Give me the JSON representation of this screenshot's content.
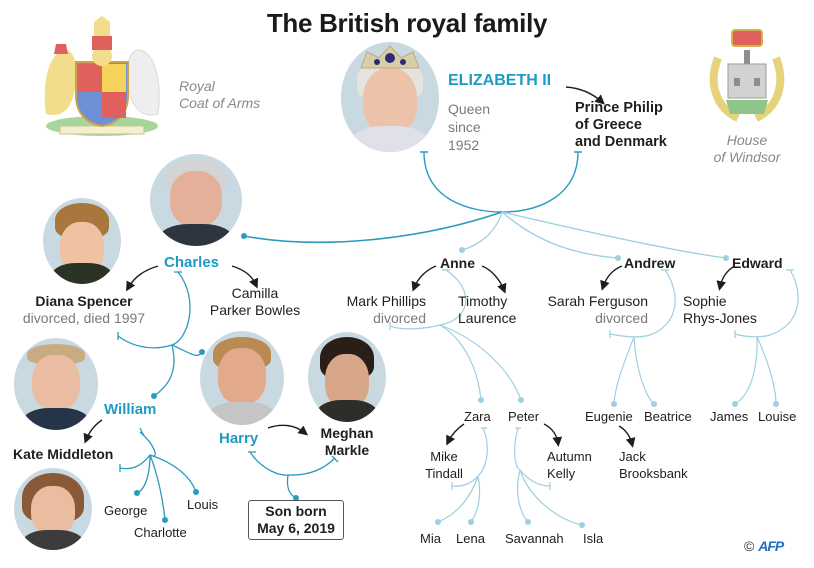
{
  "title": "The British royal family",
  "crests": {
    "left": {
      "icon": "royal-coat-of-arms-icon",
      "caption_line1": "Royal",
      "caption_line2": "Coat of Arms"
    },
    "right": {
      "icon": "house-of-windsor-badge-icon",
      "caption_line1": "House",
      "caption_line2": "of Windsor"
    }
  },
  "colors": {
    "royal_blue": "#1e9bc4",
    "line_dark": "#2a9bbf",
    "line_light": "#9fcfe0",
    "text": "#1e1e1e",
    "muted": "#7a7a7a"
  },
  "queen": {
    "name": "ELIZABETH II",
    "subtitle_line1": "Queen",
    "subtitle_line2": "since",
    "subtitle_line3": "1952",
    "spouse_line1": "Prince Philip",
    "spouse_line2": "of Greece",
    "spouse_line3": "and Denmark"
  },
  "charles": {
    "name": "Charles",
    "spouse1_name": "Diana Spencer",
    "spouse1_note": "divorced, died 1997",
    "spouse2_line1": "Camilla",
    "spouse2_line2": "Parker Bowles"
  },
  "william": {
    "name": "William",
    "spouse": "Kate Middleton",
    "children": [
      "George",
      "Charlotte",
      "Louis"
    ]
  },
  "harry": {
    "name": "Harry",
    "spouse_line1": "Meghan",
    "spouse_line2": "Markle",
    "child_box_line1": "Son born",
    "child_box_line2": "May 6, 2019"
  },
  "anne": {
    "name": "Anne",
    "spouse1": "Mark Phillips",
    "spouse1_note": "divorced",
    "spouse2_line1": "Timothy",
    "spouse2_line2": "Laurence",
    "children": [
      "Zara",
      "Peter"
    ]
  },
  "zara": {
    "name": "Zara",
    "spouse_line1": "Mike",
    "spouse_line2": "Tindall",
    "children": [
      "Mia",
      "Lena"
    ]
  },
  "peter": {
    "name": "Peter",
    "spouse_line1": "Autumn",
    "spouse_line2": "Kelly",
    "children": [
      "Savannah",
      "Isla"
    ]
  },
  "andrew": {
    "name": "Andrew",
    "spouse": "Sarah Ferguson",
    "spouse_note": "divorced",
    "children": [
      "Eugenie",
      "Beatrice"
    ]
  },
  "eugenie": {
    "spouse_line1": "Jack",
    "spouse_line2": "Brooksbank"
  },
  "edward": {
    "name": "Edward",
    "spouse_line1": "Sophie",
    "spouse_line2": "Rhys-Jones",
    "children": [
      "James",
      "Louise"
    ]
  },
  "credit": {
    "symbol": "©",
    "agency": "AFP"
  }
}
